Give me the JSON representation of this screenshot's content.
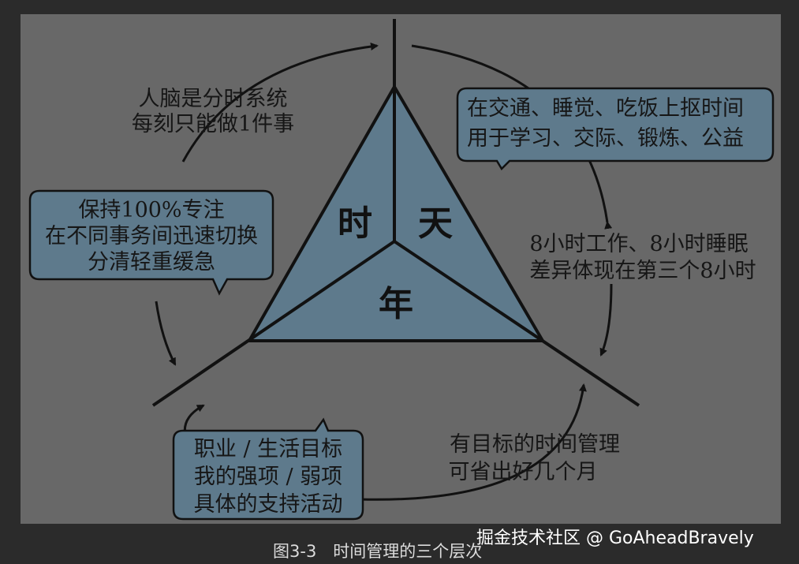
{
  "center": {
    "top_left": "时",
    "top_right": "天",
    "bottom": "年"
  },
  "boxes": {
    "travel": [
      "在交通、睡觉、吃饭上抠时间",
      "用于学习、交际、锻炼、公益"
    ],
    "focus": [
      "保持100%专注",
      "在不同事务间迅速切换",
      "分清轻重缓急"
    ],
    "goals": [
      "职业 / 生活目标",
      "我的强项 / 弱项",
      "具体的支持活动"
    ]
  },
  "notes": {
    "brain": [
      "人脑是分时系统",
      "每刻只能做1件事"
    ],
    "work_sleep": [
      "8小时工作、8小时睡眠",
      "差异体现在第三个8小时"
    ],
    "managed": [
      "有目标的时间管理",
      "可省出好几个月"
    ]
  },
  "caption": "图3-3　时间管理的三个层次",
  "watermark": "掘金技术社区 @ GoAheadBravely",
  "colors": {
    "background": "#686868",
    "triangle_fill": "#5e7a8c",
    "box_fill": "#5e7a8c",
    "line": "#111111"
  }
}
